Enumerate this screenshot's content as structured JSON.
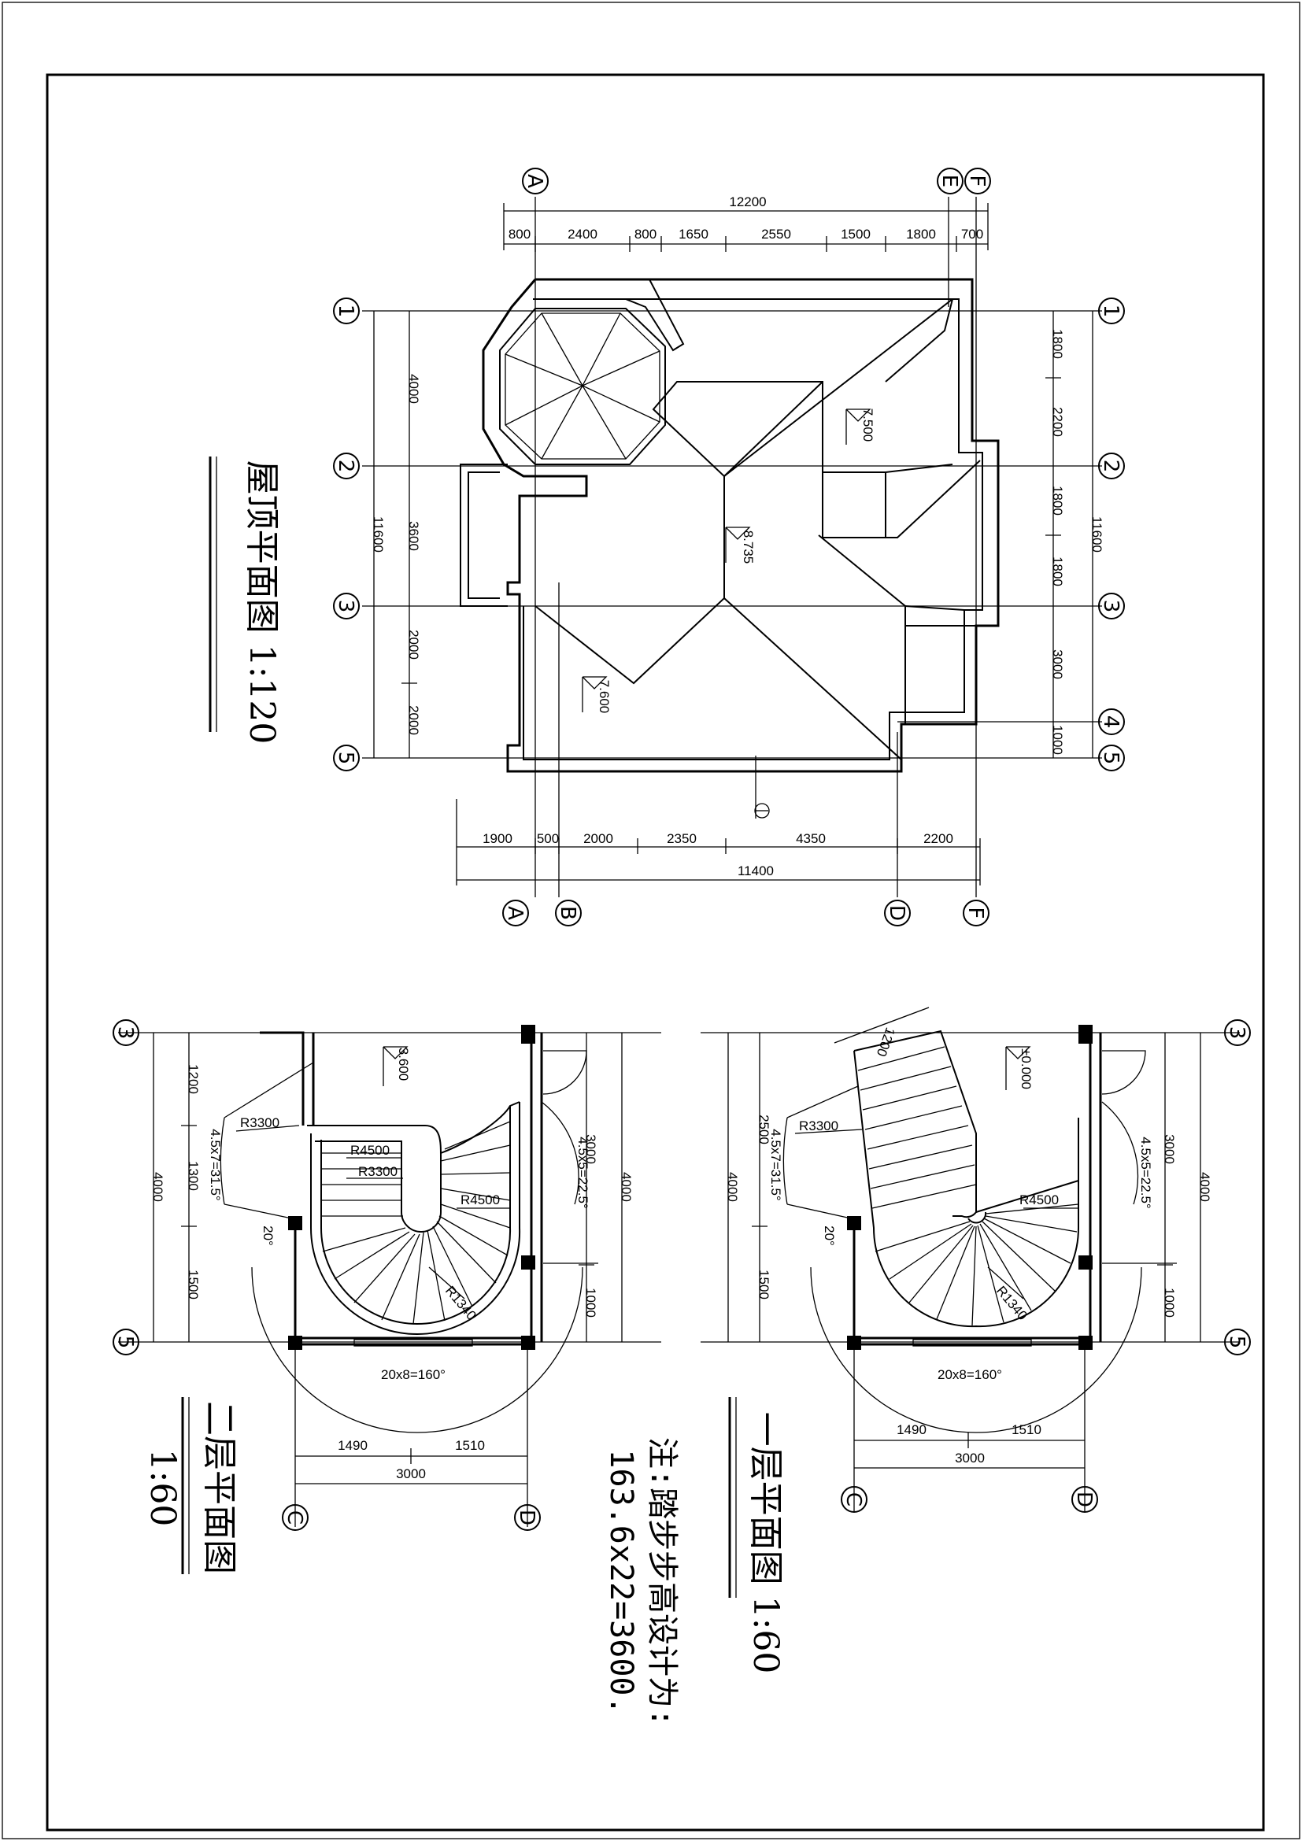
{
  "roof_plan": {
    "title": "屋顶平面图 1:120",
    "top_total": "12200",
    "top_dims": [
      "800",
      "2400",
      "800",
      "1650",
      "2550",
      "1500",
      "1800",
      "700"
    ],
    "top_axes": [
      "A",
      "E",
      "F"
    ],
    "bottom_total": "11400",
    "bottom_dims": [
      "1900",
      "500",
      "2000",
      "2350",
      "4350",
      "2200"
    ],
    "bottom_axes": [
      "A",
      "B",
      "D",
      "F"
    ],
    "left_total": "11600",
    "left_dims": [
      "4000",
      "3600",
      "2000",
      "2000"
    ],
    "left_axes": [
      "1",
      "2",
      "3",
      "5"
    ],
    "right_total": "11600",
    "right_dims": [
      "1800",
      "2200",
      "1800",
      "1800",
      "3000",
      "1000"
    ],
    "right_axes": [
      "1",
      "2",
      "3",
      "4",
      "5"
    ],
    "elevations": [
      "7.500",
      "8.735",
      "7.600"
    ]
  },
  "second_floor": {
    "title": "二层平面图",
    "scale": "1:60",
    "elevation": "3.600",
    "left_total": "4000",
    "left_dims": [
      "1200",
      "1300",
      "1500"
    ],
    "right_total": "4000",
    "right_dims": [
      "3000",
      "1000"
    ],
    "axes_lr": [
      "3",
      "5"
    ],
    "radii": [
      "R3300",
      "R4500",
      "R3300",
      "R4500",
      "R1340"
    ],
    "angle_labels": [
      "4.5x7=31.5°",
      "4.5x5=22.5°",
      "20°",
      "20x8=160°"
    ],
    "bottom_dims": [
      "1490",
      "1510"
    ],
    "bottom_total": "3000",
    "bottom_axes": [
      "C",
      "D"
    ]
  },
  "first_floor": {
    "title": "一层平面图 1:60",
    "elevation": "±0.000",
    "top_dim": "1200",
    "left_total": "4000",
    "left_dims": [
      "2500",
      "1500"
    ],
    "right_total": "4000",
    "right_dims": [
      "3000",
      "1000"
    ],
    "axes_lr": [
      "3",
      "5"
    ],
    "radii": [
      "R3300",
      "R4500",
      "R1340"
    ],
    "angle_labels": [
      "4.5x7=31.5°",
      "4.5x5=22.5°",
      "20°",
      "20x8=160°"
    ],
    "bottom_dims": [
      "1490",
      "1510"
    ],
    "bottom_total": "3000",
    "bottom_axes": [
      "C",
      "D"
    ]
  },
  "note": {
    "line1": "注:踏步步高设计为:",
    "line2": "163.6x22=3600."
  }
}
